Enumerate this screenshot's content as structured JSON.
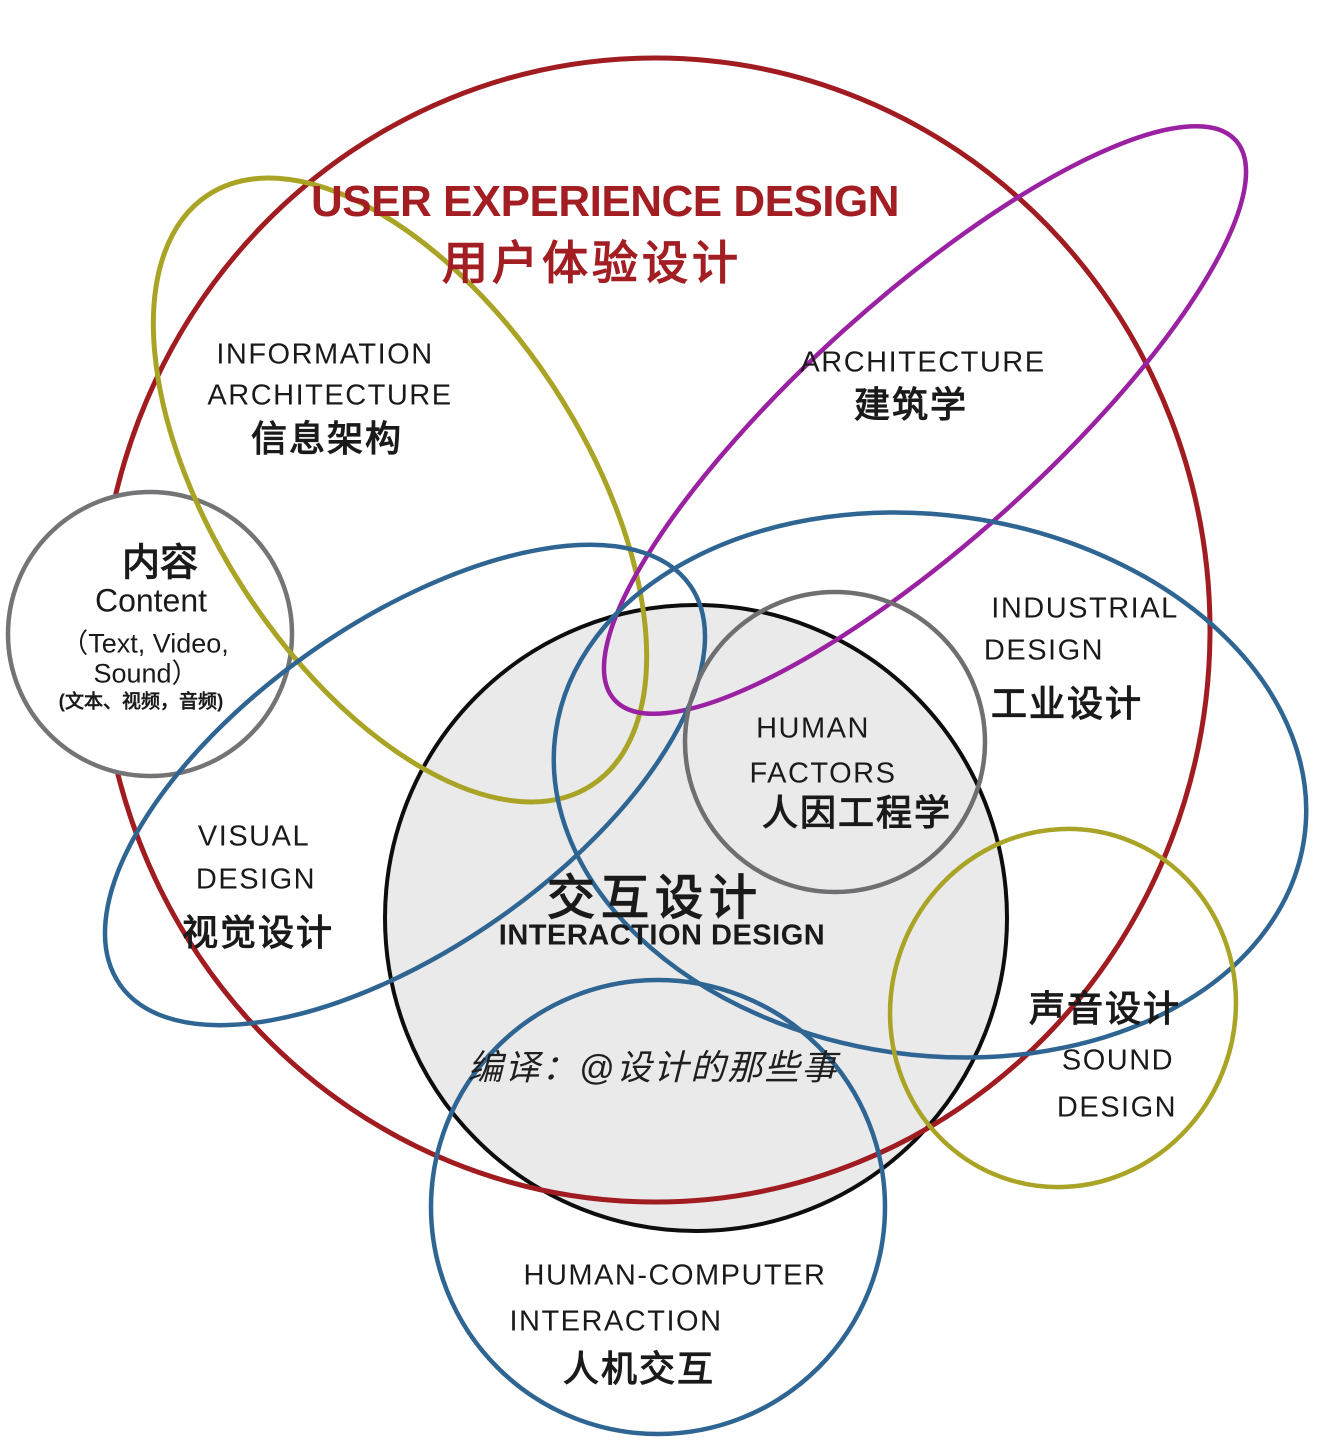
{
  "colors": {
    "red": "#A01C21",
    "olive": "#A9A425",
    "purple": "#9A21A1",
    "blue": "#2E6593",
    "gray": "#6F6F71",
    "content_gray": "#747476",
    "black": "#0D0D0D",
    "center_fill": "#EAEAEB",
    "white": "#FFFFFF"
  },
  "title": {
    "en": "USER EXPERIENCE DESIGN",
    "zh": "用户体验设计"
  },
  "disciplines": {
    "information_architecture": {
      "lines": [
        "INFORMATION",
        "ARCHITECTURE"
      ],
      "zh": "信息架构"
    },
    "architecture": {
      "en": "ARCHITECTURE",
      "zh": "建筑学"
    },
    "content": {
      "zh": "内容",
      "en": "Content",
      "sub1": "（Text, Video,",
      "sub2": "Sound）",
      "sub_zh": "(文本、视频，音频)"
    },
    "industrial_design": {
      "lines": [
        "INDUSTRIAL",
        "DESIGN"
      ],
      "zh": "工业设计"
    },
    "human_factors": {
      "lines": [
        "HUMAN",
        "FACTORS"
      ],
      "zh": "人因工程学"
    },
    "visual_design": {
      "lines": [
        "VISUAL",
        "DESIGN"
      ],
      "zh": "视觉设计"
    },
    "interaction_design": {
      "zh": "交互设计",
      "en": "INTERACTION DESIGN"
    },
    "sound_design": {
      "zh": "声音设计",
      "lines": [
        "SOUND",
        "DESIGN"
      ]
    },
    "human_computer_interaction": {
      "lines": [
        "HUMAN-COMPUTER",
        "INTERACTION"
      ],
      "zh": "人机交互"
    }
  },
  "watermark": "编译：@设计的那些事"
}
